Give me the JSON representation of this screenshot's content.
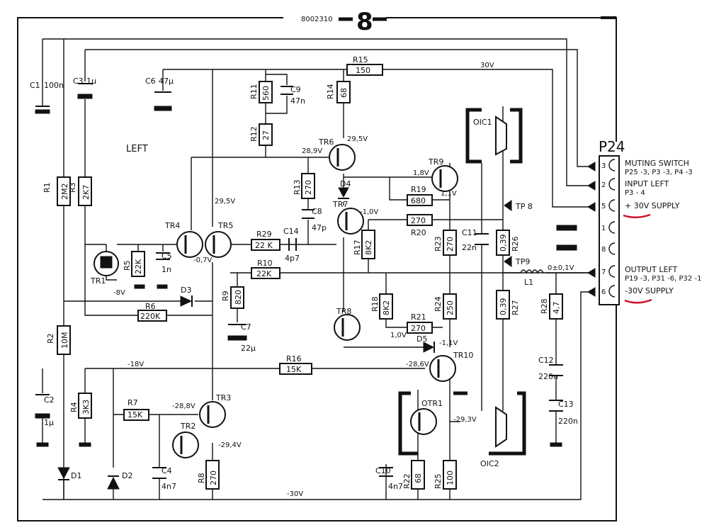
{
  "page": {
    "sheet_number": "8",
    "drawing_number": "8002310",
    "channel": "LEFT"
  },
  "connector": {
    "name": "P24",
    "pins": [
      {
        "num": "3",
        "label": "MUTING SWITCH",
        "sub": "P25 -3, P3 -3, P4 -3"
      },
      {
        "num": "2",
        "label": "INPUT LEFT",
        "sub": "P3 - 4"
      },
      {
        "num": "5",
        "label": "+ 30V SUPPLY",
        "sub": ""
      },
      {
        "num": "1",
        "label": "",
        "sub": ""
      },
      {
        "num": "8",
        "label": "",
        "sub": ""
      },
      {
        "num": "7",
        "label": "OUTPUT LEFT",
        "sub": "P19 -3, P31 -6, P32 -1"
      },
      {
        "num": "6",
        "label": "-30V SUPPLY",
        "sub": ""
      }
    ],
    "highlight_color": "#d0102a"
  },
  "parts": {
    "C1": "C1",
    "C1v": "100n",
    "C3": "C3",
    "C3v": "1µ",
    "C6": "C6",
    "C6v": "47µ",
    "R1": "R1",
    "R1v": "2M2",
    "R3": "R3",
    "R3v": "2K7",
    "R2": "R2",
    "R2v": "10M",
    "C2": "C2",
    "C2v": "1µ",
    "D1": "D1",
    "D2": "D2",
    "R4": "R4",
    "R4v": "3K3",
    "R7": "R7",
    "R7v": "15K",
    "C4": "C4",
    "C4v": "4n7",
    "R8": "R8",
    "R8v": "270",
    "TR1": "TR1",
    "TR2": "TR2",
    "TR3": "TR3",
    "TR4": "TR4",
    "TR5": "TR5",
    "R5": "R5",
    "R5v": "22K",
    "C5": "C5",
    "C5v": "1n",
    "D3": "D3",
    "R6": "R6",
    "R6v": "220K",
    "R9": "R9",
    "R9v": "820",
    "C7": "C7",
    "C7v": "22µ",
    "R10": "R10",
    "R10v": "22K",
    "R29": "R29",
    "R29v": "22 K",
    "C14": "C14",
    "C14v": "4p7",
    "R11": "R11",
    "R11v": "560",
    "C9": "C9",
    "C9v": "47n",
    "R12": "R12",
    "R12v": "27",
    "R13": "R13",
    "R13v": "270",
    "C8": "C8",
    "C8v": "47p",
    "R14": "R14",
    "R14v": "68",
    "R15": "R15",
    "R15v": "150",
    "TR6": "TR6",
    "TR7": "TR7",
    "TR8": "TR8",
    "TR9": "TR9",
    "TR10": "TR10",
    "D4": "D4",
    "D5": "D5",
    "R17": "R17",
    "R17v": "8K2",
    "R18": "R18",
    "R18v": "8K2",
    "R19": "R19",
    "R19v": "680",
    "R20": "R20",
    "R20v": "270",
    "R21": "R21",
    "R21v": "270",
    "R23": "R23",
    "R23v": "270",
    "R24": "R24",
    "R24v": "250",
    "C11": "C11",
    "C11v": "22n",
    "R26": "R26",
    "R26v": "0,39",
    "R27": "R27",
    "R27v": "0,39",
    "L1": "L1",
    "R28": "R28",
    "R28v": "4,7",
    "C12": "C12",
    "C12v": "220n",
    "C13": "C13",
    "C13v": "220n",
    "R16": "R16",
    "R16v": "15K",
    "OTR1": "OTR1",
    "OIC1": "OIC1",
    "OIC2": "OIC2",
    "C10": "C10",
    "C10v": "4n7",
    "R22": "R22",
    "R22v": "68",
    "R25": "R25",
    "R25v": "100",
    "TP8": "TP 8",
    "TP9": "TP9"
  },
  "voltages": {
    "v30": "30V",
    "tr6e": "29,5V",
    "tr6b": "28,9V",
    "tr9b": "1,8V",
    "tr9c": "1,1V",
    "tr7": "-1,0V",
    "out": "0±0,1V",
    "tr4": "29,5V",
    "tr5": "-0,7V",
    "tr1": "-8V",
    "neg18": "-18V",
    "tr10b": "-28,6V",
    "tr3b": "-28,8V",
    "tr2": "-29,4V",
    "otr1": "-29,3V",
    "tr8b": "1,0V",
    "tr8c": "-1,1V",
    "neg30": "-30V"
  }
}
